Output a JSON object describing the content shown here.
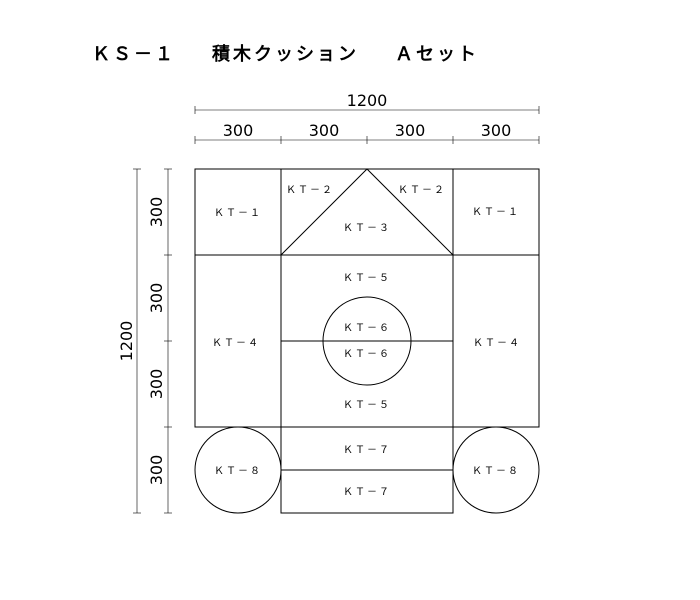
{
  "title": {
    "code": "ＫＳ－１",
    "name": "積木クッション",
    "set": "Ａセット"
  },
  "dimensions": {
    "total_width": "1200",
    "col_widths": [
      "300",
      "300",
      "300",
      "300"
    ],
    "total_height": "1200",
    "row_heights": [
      "300",
      "300",
      "300",
      "300"
    ]
  },
  "pieces": {
    "kt1_left": "ＫＴ－１",
    "kt1_right": "ＫＴ－１",
    "kt2_left": "ＫＴ－２",
    "kt2_right": "ＫＴ－２",
    "kt3": "ＫＴ－３",
    "kt4_left": "ＫＴ－４",
    "kt4_right": "ＫＴ－４",
    "kt5_top": "ＫＴ－５",
    "kt5_bottom": "ＫＴ－５",
    "kt6_top": "ＫＴ－６",
    "kt6_bottom": "ＫＴ－６",
    "kt7_top": "ＫＴ－７",
    "kt7_bottom": "ＫＴ－７",
    "kt8_left": "ＫＴ－８",
    "kt8_right": "ＫＴ－８"
  }
}
